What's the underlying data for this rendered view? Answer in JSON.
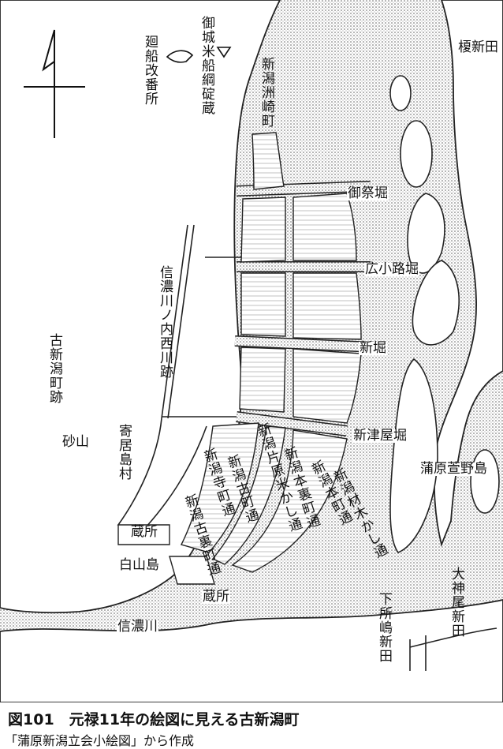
{
  "figure": {
    "caption": "図101　元禄11年の絵図に見える古新潟町",
    "source": "「蒲原新潟立会小絵図」から作成"
  },
  "labels": {
    "kaisen": "廻船改番所",
    "gojomai": "御城米船綱碇蔵",
    "susaki": "新潟洲崎町",
    "enokishinden": "榎新田",
    "gosaibori": "御祭堀",
    "hirokojibori": "広小路堀",
    "shinbori": "新堀",
    "shintsuyabori": "新津屋堀",
    "kanbarakayano": "蒲原萱野島",
    "shinano_uchi": "信濃川ノ内西川跡",
    "furushingata": "古新潟町跡",
    "sunayama": "砂山",
    "yoriishima": "寄居島村",
    "kura1": "蔵所",
    "hakusan": "白山島",
    "kura2": "蔵所",
    "shinanogawa": "信濃川",
    "shimotokoro": "下所嶋新田",
    "ojinbi": "大神尾新田",
    "teramachi": "新潟寺町通",
    "furumachi": "新潟古町通",
    "uramachi1": "新潟片原米かし通",
    "honmachi_ura": "新潟本裏町通",
    "honmachi": "新潟本町通",
    "zaimoku": "新潟材木かし通",
    "furumachi_ura": "新潟古裏町通"
  }
}
